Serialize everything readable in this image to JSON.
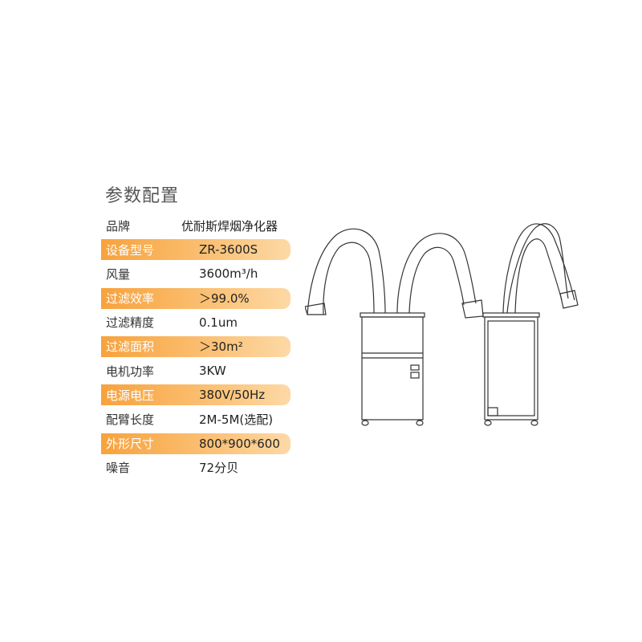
{
  "title": "参数配置",
  "specs": [
    {
      "label": "品牌",
      "value": "优耐斯焊烟净化器"
    },
    {
      "label": "设备型号",
      "value": "ZR-3600S"
    },
    {
      "label": "风量",
      "value": "3600m³/h"
    },
    {
      "label": "过滤效率",
      "value": "＞99.0%"
    },
    {
      "label": "过滤精度",
      "value": "0.1um"
    },
    {
      "label": "过滤面积",
      "value": "＞30m²"
    },
    {
      "label": "电机功率",
      "value": "3KW"
    },
    {
      "label": "电源电压",
      "value": "380V/50Hz"
    },
    {
      "label": "配臂长度",
      "value": "2M-5M(选配)"
    },
    {
      "label": "外形尺寸",
      "value": "800*900*600"
    },
    {
      "label": "噪音",
      "value": "72分贝"
    }
  ],
  "colors": {
    "highlight": "#f7a23d",
    "highlight_light": "#fdd9a6",
    "line": "#333333"
  }
}
